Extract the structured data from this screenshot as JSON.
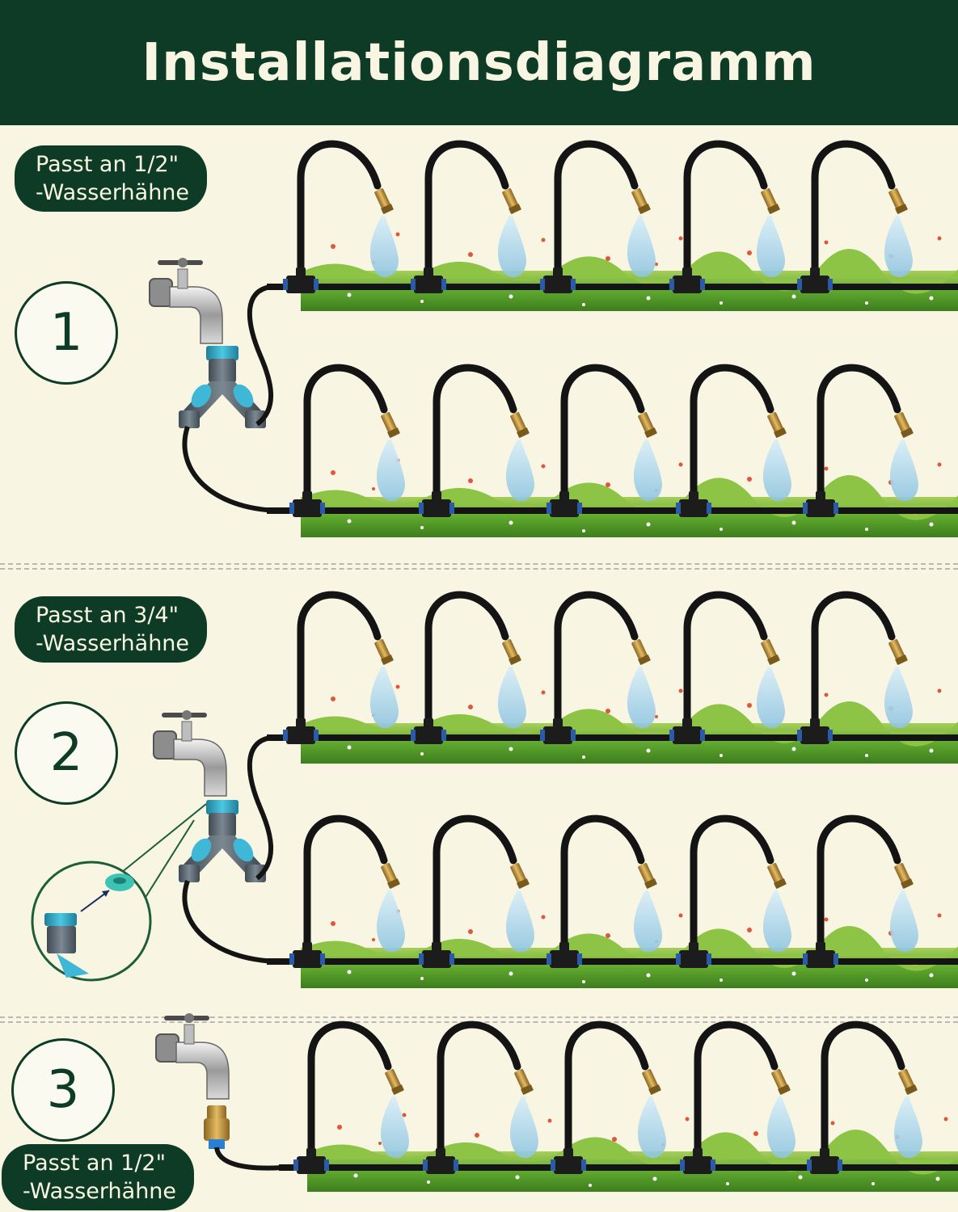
{
  "header": {
    "title": "Installationsdiagramm"
  },
  "steps": [
    {
      "number": "1",
      "fit_line1": "Passt an 1/2\"",
      "fit_line2": "-Wasserhähne"
    },
    {
      "number": "2",
      "fit_line1": "Passt an 3/4\"",
      "fit_line2": "-Wasserhähne"
    },
    {
      "number": "3",
      "fit_line1": "Passt an 1/2\"",
      "fit_line2": "-Wasserhähne"
    }
  ],
  "colors": {
    "header_bg": "#0d3b25",
    "page_bg": "#f8f6e3",
    "pill_bg": "#0d3b25",
    "hose": "#1a1a1a",
    "grass": "#5fa82e",
    "mist": "#a9d6ee",
    "connector_teal": "#2aa8c6",
    "brass": "#c89a3c"
  },
  "icons": [
    "tap-icon",
    "y-splitter-icon",
    "brass-adapter-icon",
    "mist-nozzle-icon",
    "t-connector-icon",
    "rubber-washer-icon"
  ]
}
